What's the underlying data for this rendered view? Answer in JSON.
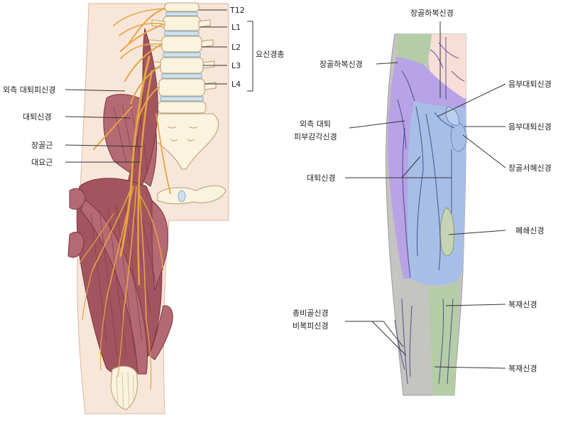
{
  "left_panel": {
    "vertebra_labels": [
      "T12",
      "L1",
      "L2",
      "L3",
      "L4"
    ],
    "plexus_label": "요신경총",
    "side_labels": [
      "외측 대퇴피신경",
      "대퇴신경",
      "장골근",
      "대요근"
    ]
  },
  "right_panel": {
    "top_label": "장골하복신경",
    "left_labels": [
      "장골하복신경",
      "외측 대퇴",
      "피부감각신경",
      "대퇴신경",
      "총비골신경",
      "비복피신경"
    ],
    "right_labels": [
      "음부대퇴신경",
      "음부대퇴신경",
      "장골서혜신경",
      "폐쇄신경",
      "복재신경",
      "복재신경"
    ]
  },
  "colors": {
    "skin": "#f8e6d8",
    "muscle": "#a2555f",
    "nerve": "#e8a443",
    "bone": "#fbf3de",
    "disc": "#cfe2ec",
    "region_purple": "#b7a3e6",
    "region_blue": "#a7bfe6",
    "region_green": "#b4cda6",
    "region_gray": "#c4c4c0",
    "region_pink": "#f9ded8"
  }
}
